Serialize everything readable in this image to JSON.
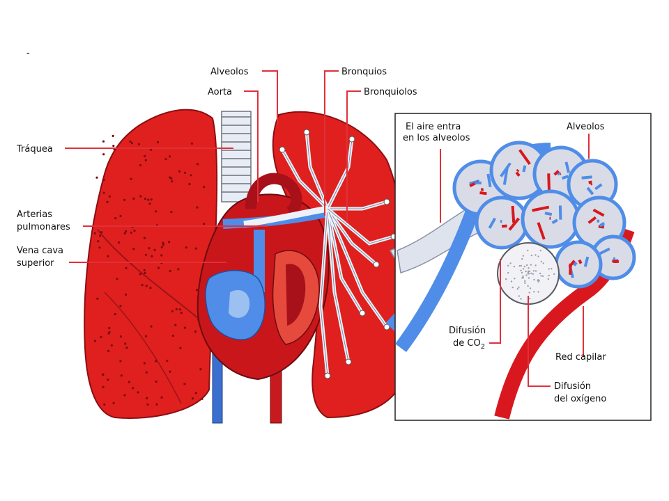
{
  "bullet": "-",
  "colors": {
    "lung_red": "#e0201e",
    "heart_dark": "#b8141a",
    "vein_blue": "#4f8de8",
    "light_blue": "#9cc0f0",
    "trachea": "#e8edf5",
    "leader_red": "#e0303a",
    "alveolus_white": "#f2f2f6"
  },
  "labels": {
    "alveolos_left": "Alveolos",
    "aorta": "Aorta",
    "bronquios": "Bronquios",
    "bronquiolos": "Bronquiolos",
    "traquea": "Tráquea",
    "arterias_1": "Arterias",
    "arterias_2": "pulmonares",
    "vena_1": "Vena cava",
    "vena_2": "superior",
    "aire_1": "El aire entra",
    "aire_2": "en los alveolos",
    "alveolos_right": "Alveolos",
    "difusion_co2_1": "Difusión",
    "difusion_co2_2": "de CO",
    "co2_sub": "2",
    "red_capilar": "Red capilar",
    "difusion_o2_1": "Difusión",
    "difusion_o2_2": "del oxígeno"
  }
}
